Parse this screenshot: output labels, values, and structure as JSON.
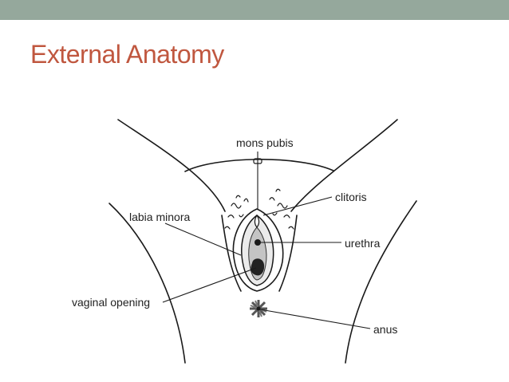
{
  "slide": {
    "title": "External Anatomy",
    "header_color": "#95a89c",
    "title_color": "#c0573f"
  },
  "diagram": {
    "labels": {
      "mons_pubis": "mons pubis",
      "clitoris": "clitoris",
      "labia_minora": "labia minora",
      "urethra": "urethra",
      "vaginal_opening": "vaginal opening",
      "anus": "anus"
    }
  }
}
